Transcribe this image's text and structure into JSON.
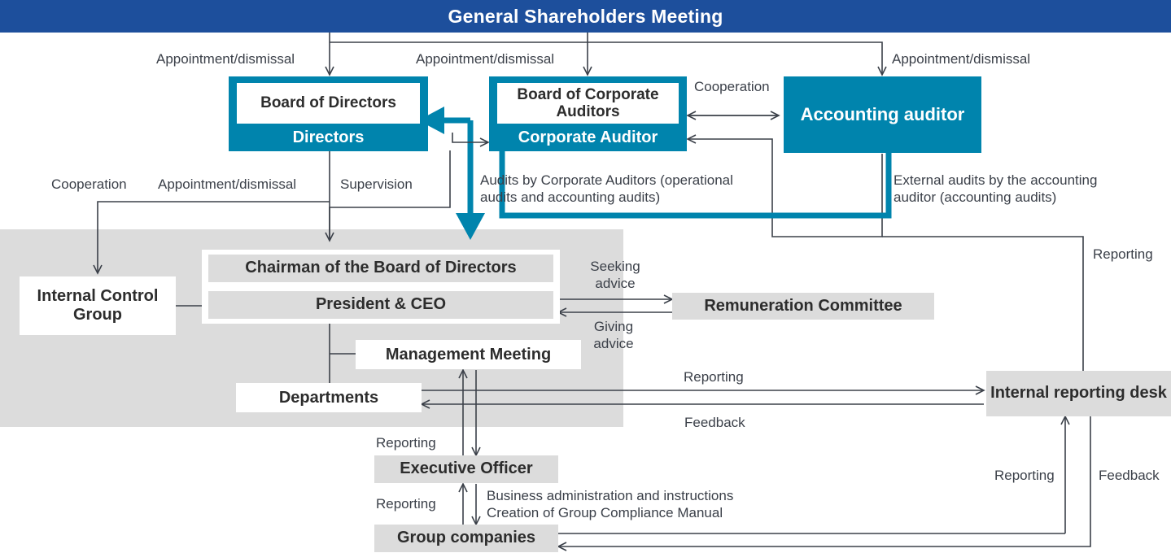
{
  "header": {
    "title": "General Shareholders Meeting",
    "bar_color": "#1d4f9c"
  },
  "colors": {
    "brand_blue": "#1d4f9c",
    "teal": "#0084ad",
    "gray_region": "#dcdcdc",
    "gray_box": "#dcdcdc",
    "line": "#3b4049",
    "text_dark": "#2d2d2d"
  },
  "boxes": {
    "board_of_directors": {
      "title": "Board of Directors",
      "members": "Directors"
    },
    "board_of_corporate_auditors": {
      "title": "Board of Corporate Auditors",
      "members": "Corporate Auditor"
    },
    "accounting_auditor": {
      "label": "Accounting auditor"
    },
    "internal_control_group": {
      "label": "Internal Control Group"
    },
    "chairman": {
      "label": "Chairman of the Board of Directors"
    },
    "president_ceo": {
      "label": "President & CEO"
    },
    "management_meeting": {
      "label": "Management Meeting"
    },
    "departments": {
      "label": "Departments"
    },
    "remuneration_committee": {
      "label": "Remuneration Committee"
    },
    "internal_reporting_desk": {
      "label": "Internal reporting desk"
    },
    "executive_officer": {
      "label": "Executive Officer"
    },
    "group_companies": {
      "label": "Group companies"
    }
  },
  "labels": {
    "appointment_dismissal_1": "Appointment/dismissal",
    "appointment_dismissal_2": "Appointment/dismissal",
    "appointment_dismissal_3": "Appointment/dismissal",
    "appointment_dismissal_4": "Appointment/dismissal",
    "cooperation_top": "Cooperation",
    "cooperation_left": "Cooperation",
    "supervision": "Supervision",
    "audits_by_corporate_auditors": "Audits by Corporate Auditors (operational audits and accounting audits)",
    "external_audits": "External audits by the accounting auditor (accounting audits)",
    "seeking_advice": "Seeking advice",
    "giving_advice": "Giving advice",
    "reporting_to_desk": "Reporting",
    "feedback_from_desk": "Feedback",
    "reporting_right_vertical": "Reporting",
    "reporting_exec": "Reporting",
    "reporting_group": "Reporting",
    "business_admin": "Business administration and instructions",
    "group_compliance_manual": "Creation of Group Compliance Manual",
    "reporting_group_desk": "Reporting",
    "feedback_group_desk": "Feedback"
  }
}
